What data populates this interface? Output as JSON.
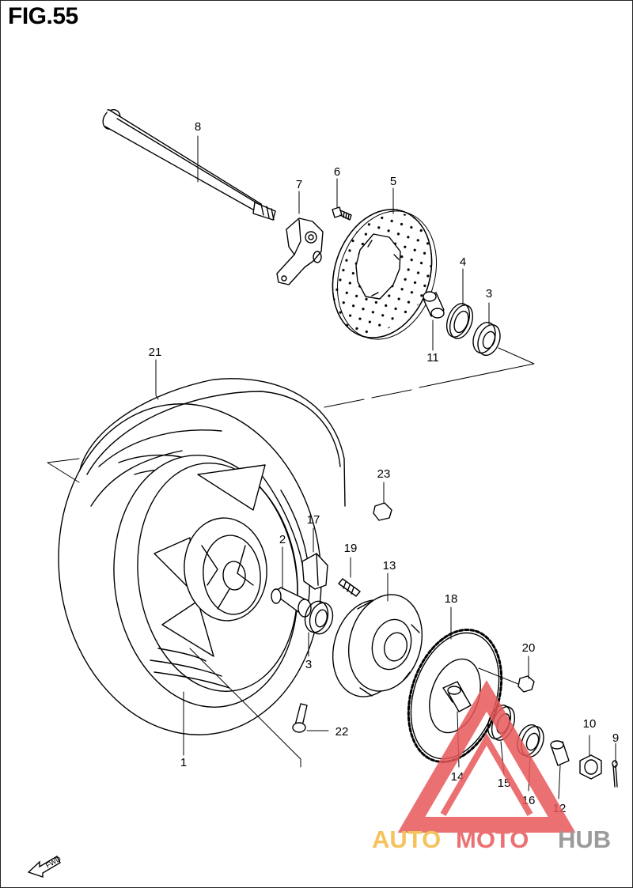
{
  "figure": {
    "title": "FIG.55"
  },
  "parts": [
    {
      "id": "p1",
      "number": "1"
    },
    {
      "id": "p2",
      "number": "2"
    },
    {
      "id": "p3a",
      "number": "3"
    },
    {
      "id": "p3b",
      "number": "3"
    },
    {
      "id": "p4",
      "number": "4"
    },
    {
      "id": "p5",
      "number": "5"
    },
    {
      "id": "p6",
      "number": "6"
    },
    {
      "id": "p7",
      "number": "7"
    },
    {
      "id": "p8",
      "number": "8"
    },
    {
      "id": "p9",
      "number": "9"
    },
    {
      "id": "p10",
      "number": "10"
    },
    {
      "id": "p11",
      "number": "11"
    },
    {
      "id": "p12",
      "number": "12"
    },
    {
      "id": "p13",
      "number": "13"
    },
    {
      "id": "p14",
      "number": "14"
    },
    {
      "id": "p15",
      "number": "15"
    },
    {
      "id": "p16",
      "number": "16"
    },
    {
      "id": "p17",
      "number": "17"
    },
    {
      "id": "p18",
      "number": "18"
    },
    {
      "id": "p19",
      "number": "19"
    },
    {
      "id": "p20",
      "number": "20"
    },
    {
      "id": "p21",
      "number": "21"
    },
    {
      "id": "p22",
      "number": "22"
    },
    {
      "id": "p23",
      "number": "23"
    }
  ],
  "direction_badge": {
    "text": "FWD"
  },
  "watermark": {
    "part1": "AUTO",
    "part2": "MOTO",
    "part3": "HUB",
    "colors": {
      "auto": "#f4b942",
      "moto": "#e8585a",
      "hub": "#8a8a8a",
      "logo": "#e8585a"
    }
  }
}
